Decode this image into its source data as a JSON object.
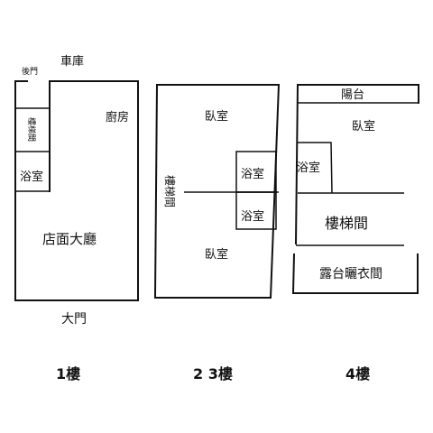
{
  "floor1": {
    "garage": "車庫",
    "back_door": "後門",
    "stairs": "樓梯間",
    "kitchen": "廚房",
    "bathroom": "浴室",
    "hall": "店面大廳",
    "main_door": "大門",
    "caption": "1樓"
  },
  "floor23": {
    "bedroom_top": "臥室",
    "stairs": "樓梯間",
    "bathroom_a": "浴室",
    "bathroom_b": "浴室",
    "bedroom_bottom": "臥室",
    "caption": "2 3樓"
  },
  "floor4": {
    "balcony": "陽台",
    "bedroom": "臥室",
    "bathroom": "浴室",
    "stairs": "樓梯間",
    "laundry_terrace": "露台曬衣間",
    "caption": "4樓"
  },
  "colors": {
    "line": "#111111",
    "background": "#ffffff"
  }
}
